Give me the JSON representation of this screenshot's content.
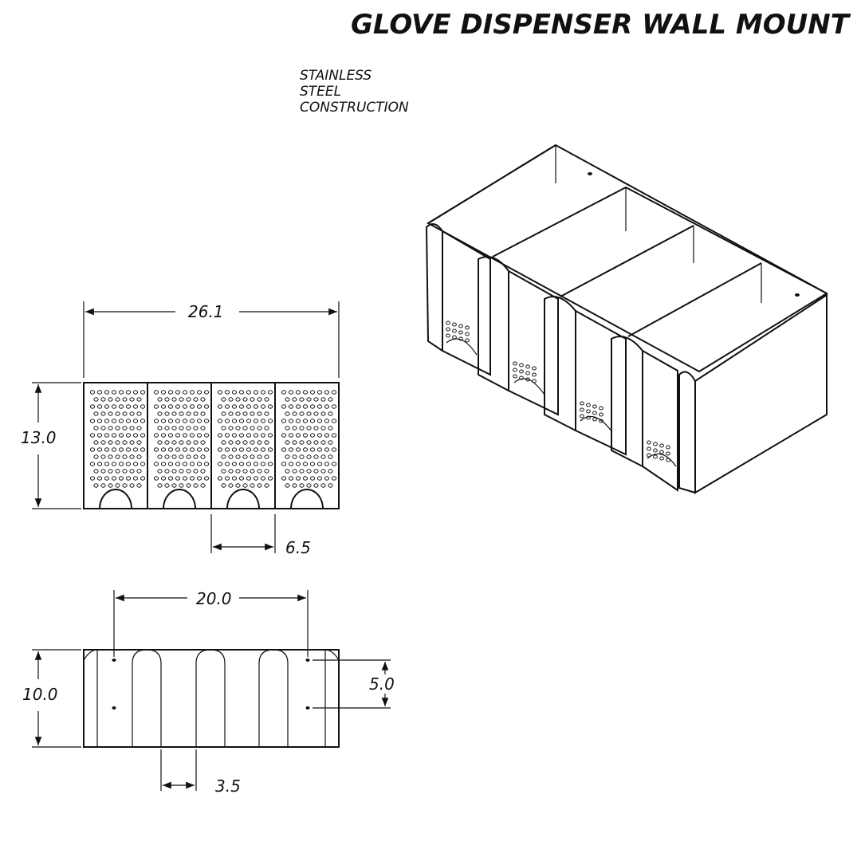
{
  "title": "GLOVE DISPENSER WALL MOUNT",
  "note_lines": [
    "STAINLESS",
    "STEEL",
    "CONSTRUCTION"
  ],
  "front_view": {
    "width_label": "26.1",
    "height_label": "13.0",
    "slot_label": "6.5",
    "compartments": 4
  },
  "top_view": {
    "width_label": "20.0",
    "height_label": "10.0",
    "hole_spacing_label": "5.0",
    "gap_label": "3.5"
  },
  "colors": {
    "ink": "#111111",
    "paper": "#ffffff"
  }
}
